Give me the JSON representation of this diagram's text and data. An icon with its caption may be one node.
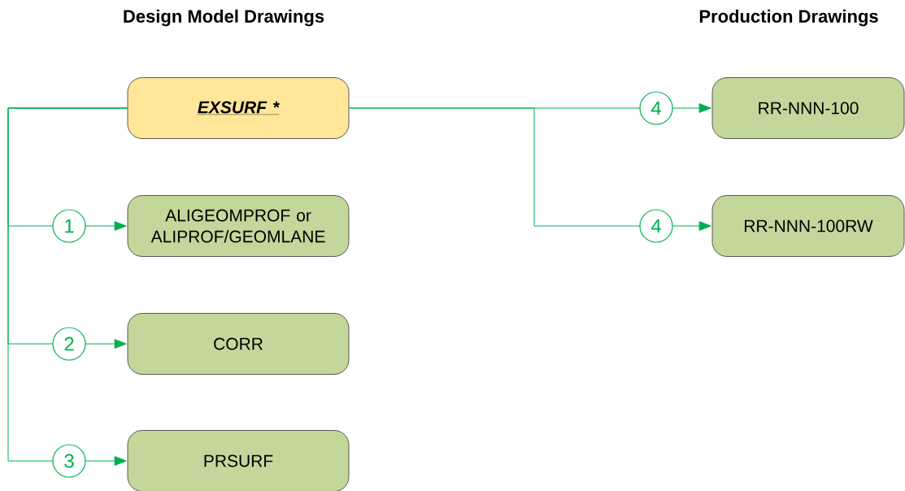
{
  "diagram": {
    "nodes": [
      {
        "text": [
          "EXSURF *"
        ]
      },
      {
        "text": [
          "ALIGEOMPROF or ALIPROF/GEOMLANE"
        ]
      },
      {
        "text": [
          "CORR"
        ]
      },
      {
        "text": [
          "PRSURF"
        ]
      },
      {
        "text": [
          "RR-NNN-100"
        ]
      },
      {
        "text": [
          "RR-NNN-100RW"
        ]
      }
    ],
    "edges": [
      {
        "from": 0,
        "to": 1,
        "arrow": "to",
        "label": "1"
      },
      {
        "from": 0,
        "to": 2,
        "arrow": "to",
        "label": "2"
      },
      {
        "from": 0,
        "to": 3,
        "arrow": "to",
        "label": "3"
      },
      {
        "from": 0,
        "to": 4,
        "arrow": "to",
        "label": "4"
      },
      {
        "from": 0,
        "to": 5,
        "arrow": "to",
        "label": "4"
      }
    ],
    "labels": [
      "Design Model Drawings",
      "Production Drawings"
    ]
  }
}
